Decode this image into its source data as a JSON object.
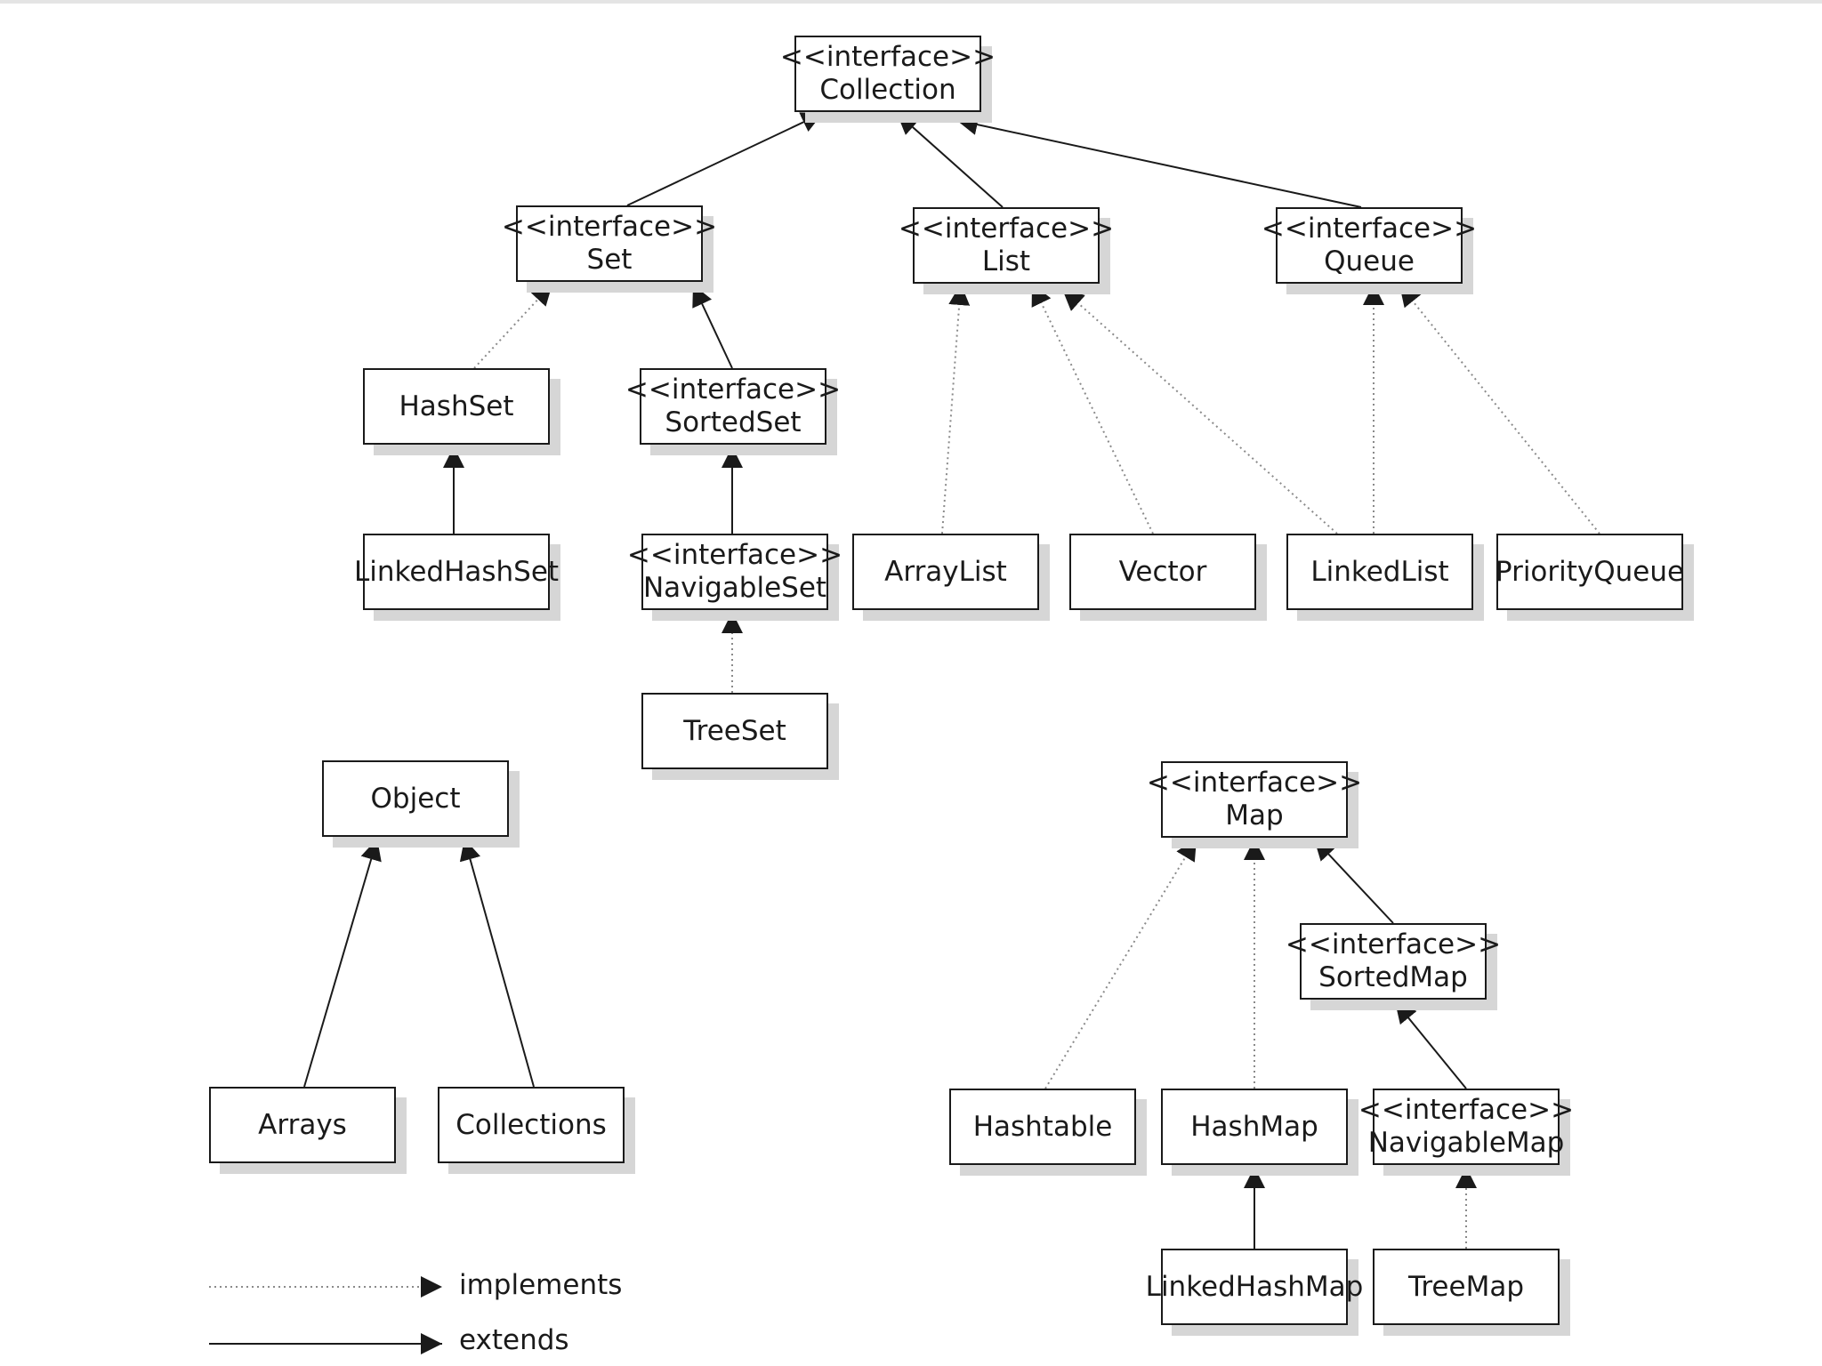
{
  "stereotype": "<<interface>>",
  "nodes": {
    "collection": {
      "label": "Collection",
      "interface": true
    },
    "set": {
      "label": "Set",
      "interface": true
    },
    "list": {
      "label": "List",
      "interface": true
    },
    "queue": {
      "label": "Queue",
      "interface": true
    },
    "hashset": {
      "label": "HashSet",
      "interface": false
    },
    "sortedset": {
      "label": "SortedSet",
      "interface": true
    },
    "linkedhashset": {
      "label": "LinkedHashSet",
      "interface": false
    },
    "navigableset": {
      "label": "NavigableSet",
      "interface": true
    },
    "treeset": {
      "label": "TreeSet",
      "interface": false
    },
    "arraylist": {
      "label": "ArrayList",
      "interface": false
    },
    "vector": {
      "label": "Vector",
      "interface": false
    },
    "linkedlist": {
      "label": "LinkedList",
      "interface": false
    },
    "priorityqueue": {
      "label": "PriorityQueue",
      "interface": false
    },
    "object": {
      "label": "Object",
      "interface": false
    },
    "arrays": {
      "label": "Arrays",
      "interface": false
    },
    "collections": {
      "label": "Collections",
      "interface": false
    },
    "map": {
      "label": "Map",
      "interface": true
    },
    "sortedmap": {
      "label": "SortedMap",
      "interface": true
    },
    "hashtable": {
      "label": "Hashtable",
      "interface": false
    },
    "hashmap": {
      "label": "HashMap",
      "interface": false
    },
    "navigablemap": {
      "label": "NavigableMap",
      "interface": true
    },
    "linkedhashmap": {
      "label": "LinkedHashMap",
      "interface": false
    },
    "treemap": {
      "label": "TreeMap",
      "interface": false
    }
  },
  "edges": [
    {
      "from": "set",
      "to": "collection",
      "kind": "extends"
    },
    {
      "from": "list",
      "to": "collection",
      "kind": "extends"
    },
    {
      "from": "queue",
      "to": "collection",
      "kind": "extends"
    },
    {
      "from": "hashset",
      "to": "set",
      "kind": "implements"
    },
    {
      "from": "sortedset",
      "to": "set",
      "kind": "extends"
    },
    {
      "from": "linkedhashset",
      "to": "hashset",
      "kind": "extends"
    },
    {
      "from": "navigableset",
      "to": "sortedset",
      "kind": "extends"
    },
    {
      "from": "treeset",
      "to": "navigableset",
      "kind": "implements"
    },
    {
      "from": "arraylist",
      "to": "list",
      "kind": "implements"
    },
    {
      "from": "vector",
      "to": "list",
      "kind": "implements"
    },
    {
      "from": "linkedlist",
      "to": "list",
      "kind": "implements"
    },
    {
      "from": "linkedlist",
      "to": "queue",
      "kind": "implements"
    },
    {
      "from": "priorityqueue",
      "to": "queue",
      "kind": "implements"
    },
    {
      "from": "arrays",
      "to": "object",
      "kind": "extends"
    },
    {
      "from": "collections",
      "to": "object",
      "kind": "extends"
    },
    {
      "from": "hashtable",
      "to": "map",
      "kind": "implements"
    },
    {
      "from": "hashmap",
      "to": "map",
      "kind": "implements"
    },
    {
      "from": "sortedmap",
      "to": "map",
      "kind": "extends"
    },
    {
      "from": "navigablemap",
      "to": "sortedmap",
      "kind": "extends"
    },
    {
      "from": "linkedhashmap",
      "to": "hashmap",
      "kind": "extends"
    },
    {
      "from": "treemap",
      "to": "navigablemap",
      "kind": "implements"
    }
  ],
  "legend": {
    "implements": "implements",
    "extends": "extends"
  },
  "colors": {
    "ink": "#1a1a1a",
    "shadow": "#d6d6d6",
    "dotted": "#8a8a8a"
  }
}
